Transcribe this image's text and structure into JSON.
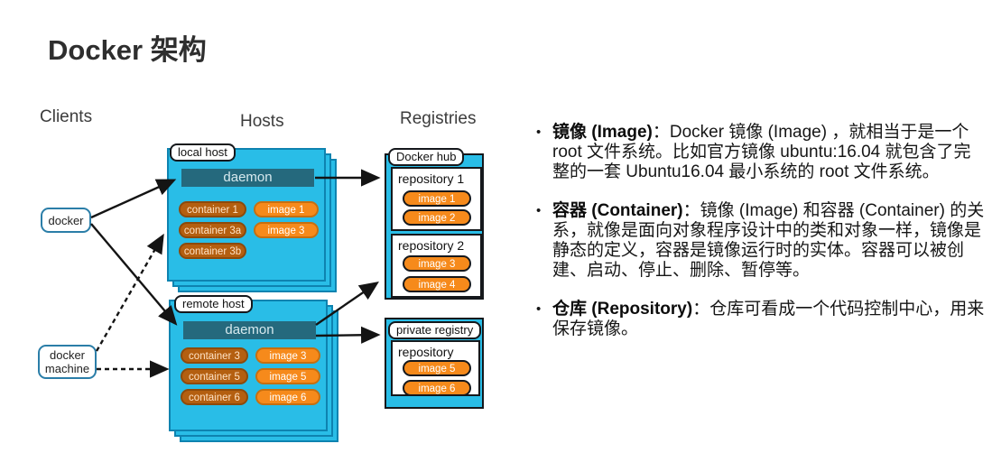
{
  "title": "Docker 架构",
  "colors": {
    "cyan": "#29bde7",
    "cyan-border": "#0e83b0",
    "daemon-fill": "#25697d",
    "daemon-text": "#d6e9ee",
    "container-fill": "#b45f10",
    "container-border": "#8d4a0b",
    "container-text": "#ffe3c6",
    "image-fill": "#f68a1b",
    "image-border": "#c66f10",
    "ink": "#141414"
  },
  "diagram": {
    "column_headers": {
      "clients": "Clients",
      "hosts": "Hosts",
      "registries": "Registries"
    },
    "clients": {
      "docker_label": "docker",
      "docker_machine_label": "docker machine"
    },
    "hosts": [
      {
        "label": "local host",
        "daemon": "daemon",
        "containers": [
          "container 1",
          "container 3a",
          "container 3b"
        ],
        "images": [
          "image 1",
          "image 3"
        ]
      },
      {
        "label": "remote host",
        "daemon": "daemon",
        "containers": [
          "container 3",
          "container 5",
          "container 6"
        ],
        "images": [
          "image 3",
          "image 5",
          "image 6"
        ]
      }
    ],
    "registries": [
      {
        "label": "Docker hub",
        "repositories": [
          {
            "name": "repository 1",
            "images": [
              "image 1",
              "image 2"
            ]
          },
          {
            "name": "repository 2",
            "images": [
              "image 3",
              "image 4"
            ]
          }
        ]
      },
      {
        "label": "private registry",
        "repositories": [
          {
            "name": "repository",
            "images": [
              "image 5",
              "image 6"
            ]
          }
        ]
      }
    ]
  },
  "notes": [
    {
      "term": "镜像 (Image)",
      "text": "：Docker 镜像 (Image) ，就相当于是一个 root 文件系统。比如官方镜像 ubuntu:16.04 就包含了完整的一套 Ubuntu16.04 最小系统的 root 文件系统。"
    },
    {
      "term": "容器 (Container)",
      "text": "：镜像 (Image) 和容器 (Container) 的关系，就像是面向对象程序设计中的类和对象一样，镜像是静态的定义，容器是镜像运行时的实体。容器可以被创建、启动、停止、删除、暂停等。"
    },
    {
      "term": "仓库 (Repository)",
      "text": "：仓库可看成一个代码控制中心，用来保存镜像。"
    }
  ]
}
